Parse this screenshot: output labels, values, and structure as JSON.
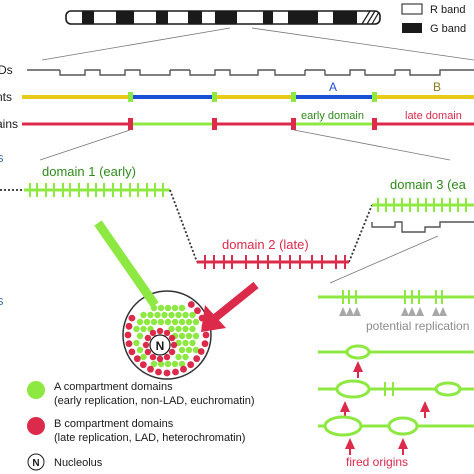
{
  "legend_top": {
    "r_band": "R band",
    "g_band": "G band"
  },
  "left_labels": {
    "row1": "Ds",
    "row2": "nts",
    "row3": "ains",
    "side_a": "s",
    "side_b": "s"
  },
  "compartment_labels": {
    "a": "A",
    "b": "B",
    "early_domain": "early domain",
    "late_domain": "late domain"
  },
  "domains": {
    "domain1": "domain 1 (early)",
    "domain2": "domain 2 (late)",
    "domain3": "domain 3 (ea"
  },
  "nucleolus_symbol": "N",
  "replication": {
    "potential": "potential replication",
    "fired": "fired origins"
  },
  "legend_bottom": {
    "a_line1": "A compartment domains",
    "a_line2": "(early replication, non-LAD, euchromatin)",
    "b_line1": "B compartment domains",
    "b_line2": "(late replication, LAD, heterochromatin)",
    "nucleolus": "Nucleolus"
  },
  "colors": {
    "green": "#8ee842",
    "red": "#dc2a4a",
    "yellow": "#e6cc18",
    "blue": "#1a4fd6",
    "gray": "#555555",
    "arrow_gray": "#a8a8a8",
    "text_dark": "#1a1a1a",
    "text_gray": "#8c8c8c",
    "label_blue": "#3f6fa6",
    "b_label": "#8a7a20"
  }
}
